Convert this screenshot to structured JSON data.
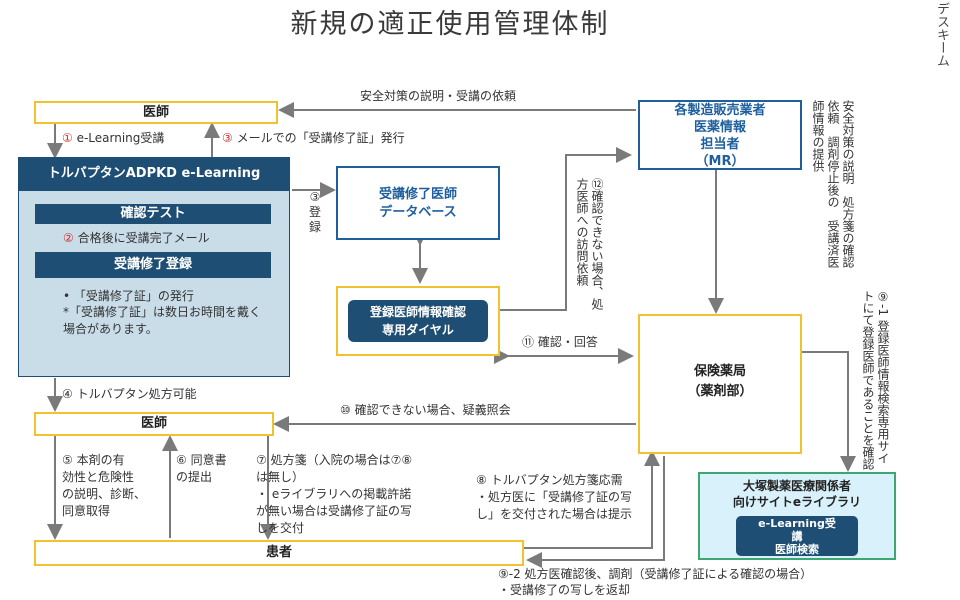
{
  "title": "新規の適正使用管理体制",
  "corner": "デスキーム",
  "boxes": {
    "doctor_top": "医師",
    "elearn": "トルバプタンADPKD e-Learning",
    "test": "確認テスト",
    "register": "受講修了登録",
    "bullet1": "• 「受講修了証」の発行",
    "bullet2": "*「受講修了証」は数日お時間を戴く場合があります。",
    "db": "受講修了医師\nデータベース",
    "dial": "登録医師情報確認\n専用ダイヤル",
    "mr": "各製造販売業者\n医薬情報\n担当者\n（MR）",
    "pharmacy": "保険薬局\n（薬剤部）",
    "doctor_mid": "医師",
    "patient": "患者",
    "otsuka_title": "大塚製薬医療関係者\n向けサイトeライブラリ",
    "otsuka_inner": "e-Learning受\n講\n医師検索"
  },
  "labels": {
    "l_top": "安全対策の説明・受講の依頼",
    "l1_num": "①",
    "l1": "e-Learning受講",
    "l3a_num": "③",
    "l3a": "メールでの「受講修了証」発行",
    "l3b": "③\n登\n録",
    "l2_num": "②",
    "l2": "合格後に受講完了メール",
    "l12": "⑫確認できない場合、処方医師への訪問依頼",
    "l_mr": "安全対策の説明　処方箋の確認依頼　調剤停止後の　受講済医師情報の提供",
    "l9_1": "⑨-1 登録医師情報検索専用サイトにて登録医師であることを確認",
    "l11": "⑪ 確認・回答",
    "l4": "④ トルバプタン処方可能",
    "l10": "⑩ 確認できない場合、疑義照会",
    "l5": "⑤ 本剤の有\n効性と危険性\nの説明、診断、\n同意取得",
    "l6": "⑥ 同意書\nの提出",
    "l7": "⑦ 処方箋（入院の場合は⑦⑧\nは無し）\n・ eライブラリへの掲載許諾\nが無い場合は受講修了証の写\nしを交付",
    "l8": "⑧ トルバプタン処方箋応需\n・処方医に「受講修了証の写\nし」を交付された場合は提示",
    "l9_2": "⑨-2 処方医確認後、調剤（受講修了証による確認の場合）\n・受講修了の写しを返却"
  },
  "colors": {
    "yellow": "#f2c12e",
    "navy": "#1e4e74",
    "blue_border": "#1f5f9e",
    "light_blue_fill": "#c9dde9",
    "otsuka_fill": "#d8f1fa",
    "green_border": "#3aa870",
    "arrow": "#7a7a7a",
    "red": "#d03030"
  }
}
